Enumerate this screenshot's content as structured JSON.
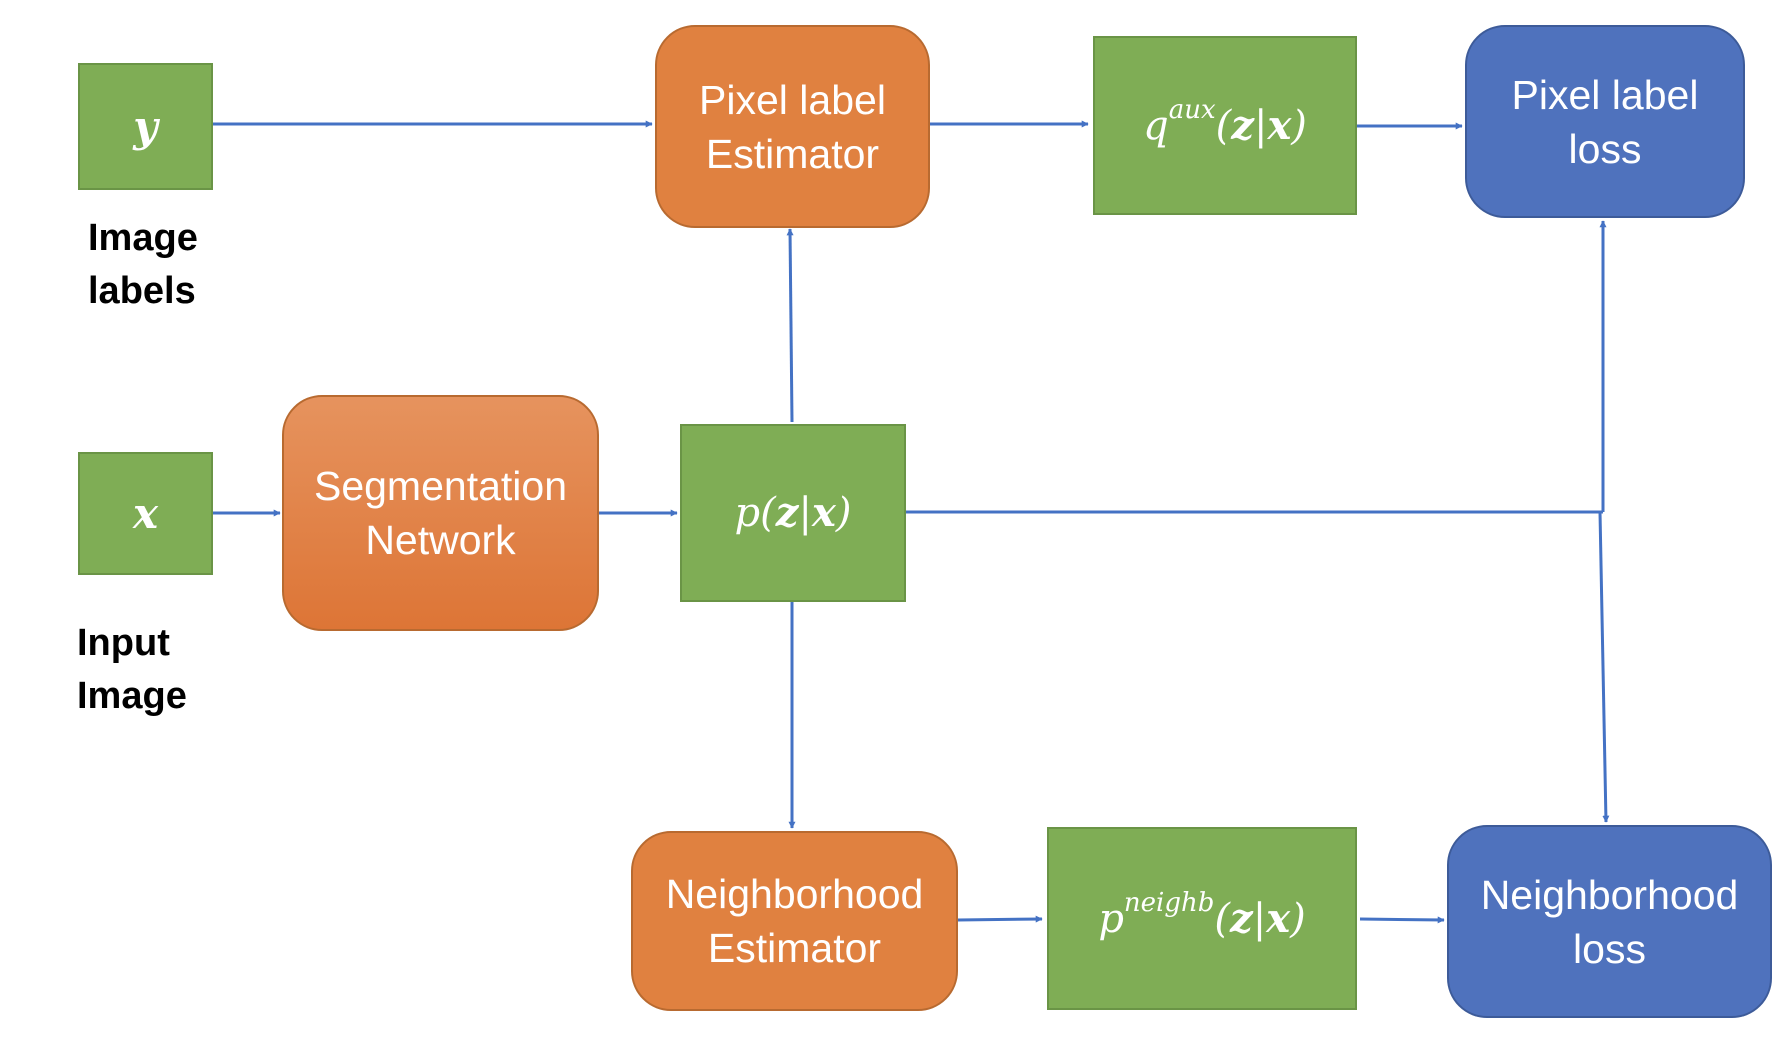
{
  "diagram": {
    "nodes": {
      "y": "y",
      "x": "x",
      "pixel_estimator": [
        "Pixel label",
        "Estimator"
      ],
      "q_aux": {
        "base": "q",
        "sup": "aux",
        "arg_z": "z",
        "arg_x": "x"
      },
      "pixel_loss": [
        "Pixel label",
        "loss"
      ],
      "segmentation": [
        "Segmentation",
        "Network"
      ],
      "p": {
        "base": "p",
        "arg_z": "z",
        "arg_x": "x"
      },
      "neighborhood_estimator": [
        "Neighborhood",
        "Estimator"
      ],
      "p_neighb": {
        "base": "p",
        "sup": "neighb",
        "arg_z": "z",
        "arg_x": "x"
      },
      "neighborhood_loss": [
        "Neighborhood",
        "loss"
      ]
    },
    "captions": {
      "image_labels": [
        "Image",
        "labels"
      ],
      "input_image": [
        "Input",
        "Image"
      ]
    }
  },
  "colors": {
    "green": "#7fad55",
    "orange": "#e08140",
    "blue": "#4f72bd",
    "arrow": "#4472c4"
  }
}
